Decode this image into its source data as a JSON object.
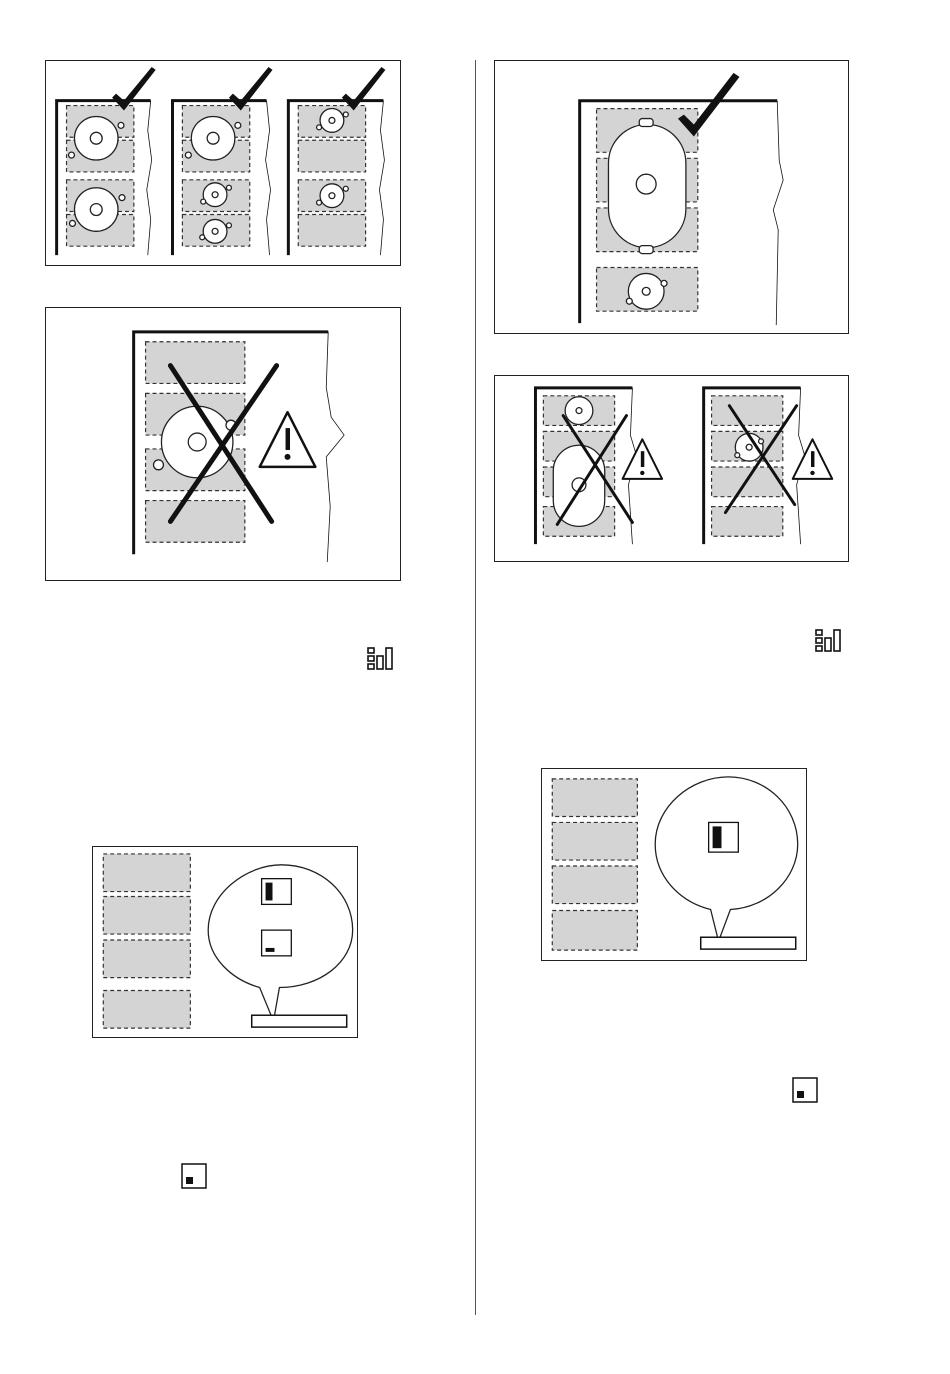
{
  "figures": {
    "fig1": {
      "panels": 3,
      "marks": [
        "check",
        "check",
        "check"
      ]
    },
    "fig2": {
      "marks": [
        "cross",
        "warning"
      ]
    },
    "fig3": {
      "marks": [
        "check"
      ]
    },
    "fig4": {
      "panels": 2,
      "marks": [
        "cross",
        "warning",
        "cross",
        "warning"
      ]
    },
    "fig5": {
      "display": [
        "bar-top",
        "bar-bottom"
      ]
    },
    "fig6": {
      "display": [
        "bar-full"
      ]
    }
  },
  "icons": {
    "bridge_symbol": "bridge-zone-icon",
    "level_symbol": "small-square-indicator-icon"
  },
  "colors": {
    "zone_fill": "#d4d4d4",
    "line": "#111111"
  }
}
